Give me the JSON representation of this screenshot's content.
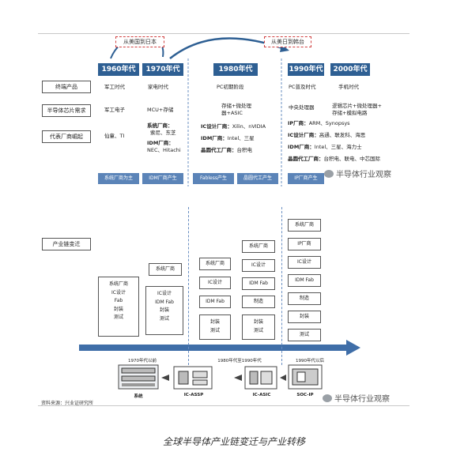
{
  "migration": {
    "us_to_japan": "从美国到日本",
    "us_japan_to_taiwan": "从美日到韩台"
  },
  "eras": [
    "1960年代",
    "1970年代",
    "1980年代",
    "1990年代",
    "2000年代"
  ],
  "categories": {
    "end_products": "终端产品",
    "demand": "半导体芯片需求",
    "manufacturers": "代表厂商崛起",
    "chain": "产业链变迁"
  },
  "end_products": [
    "军工时代",
    "家电时代",
    "PC初期阶段",
    "PC普及时代",
    "手机时代"
  ],
  "demand": {
    "c1960": "军工电子",
    "c1970": "MCU+存储",
    "c1980": [
      "存储+微处理",
      "器+ASIC"
    ],
    "c1990": "中央处理器",
    "c2000": [
      "逻辑芯片+微处理器+",
      "存储+模拟电路"
    ]
  },
  "manufacturers": {
    "c1960": "仙童、TI",
    "c1970": {
      "system_label": "系统厂商：",
      "system_names": [
        "索尼、东芝"
      ],
      "idm_label": "IDM厂商：",
      "idm_names": "NEC、Hitachi"
    },
    "c1980": {
      "ic_label": "IC设计厂商：",
      "ic_names": "Xilin、nVIDIA",
      "idm_label": "IDM厂商：",
      "idm_names": "Intel、三星",
      "fab_label": "晶圆代工厂商：",
      "fab_names": "台积电"
    },
    "c1990": {
      "ip_label": "IP厂商：",
      "ip_names": "ARM、Synopsys",
      "ic_label": "IC设计厂商：",
      "ic_names": "高通、联发科、海思",
      "idm_label": "IDM厂商：",
      "idm_names": "Intel、三星、海力士",
      "fab_label": "晶圆代工厂商：",
      "fab_names": "台积电、联电、中芯国际"
    }
  },
  "footer_labels": [
    "系统厂商为主",
    "IDM厂商产生",
    "Fabless产生",
    "晶圆代工产生",
    "IP厂商产生"
  ],
  "stacks": {
    "s1": [
      "系统厂商",
      "IC设计",
      "Fab",
      "封装",
      "测试"
    ],
    "s2_top": "系统厂商",
    "s2": [
      "IC设计",
      "IDM Fab",
      "封装",
      "测试"
    ],
    "s3": [
      "系统厂商",
      "IC设计",
      "IDM Fab"
    ],
    "s3_bottom": [
      "封装",
      "测试"
    ],
    "s4": [
      "系统厂商",
      "IC设计",
      "IDM Fab",
      "制造"
    ],
    "s4_bottom": [
      "封装",
      "测试"
    ],
    "s5": [
      "系统厂商",
      "IP厂商",
      "IC设计",
      "IDM Fab",
      "制造",
      "封装",
      "测试"
    ]
  },
  "periods": [
    "1970年代以前",
    "1980年代至1990年代",
    "1990年代以后"
  ],
  "chips": [
    "系统",
    "IC-ASSP",
    "IC-ASIC",
    "SOC-IP"
  ],
  "source": "资料来源：兴业证研究所",
  "watermark": "半导体行业观察",
  "caption": "全球半导体产业链变迁与产业转移",
  "colors": {
    "era_blue": "#2e5f93",
    "footer_blue": "#5b84b8",
    "arrow_blue": "#3f6ea8",
    "tag_red": "#d04040"
  }
}
